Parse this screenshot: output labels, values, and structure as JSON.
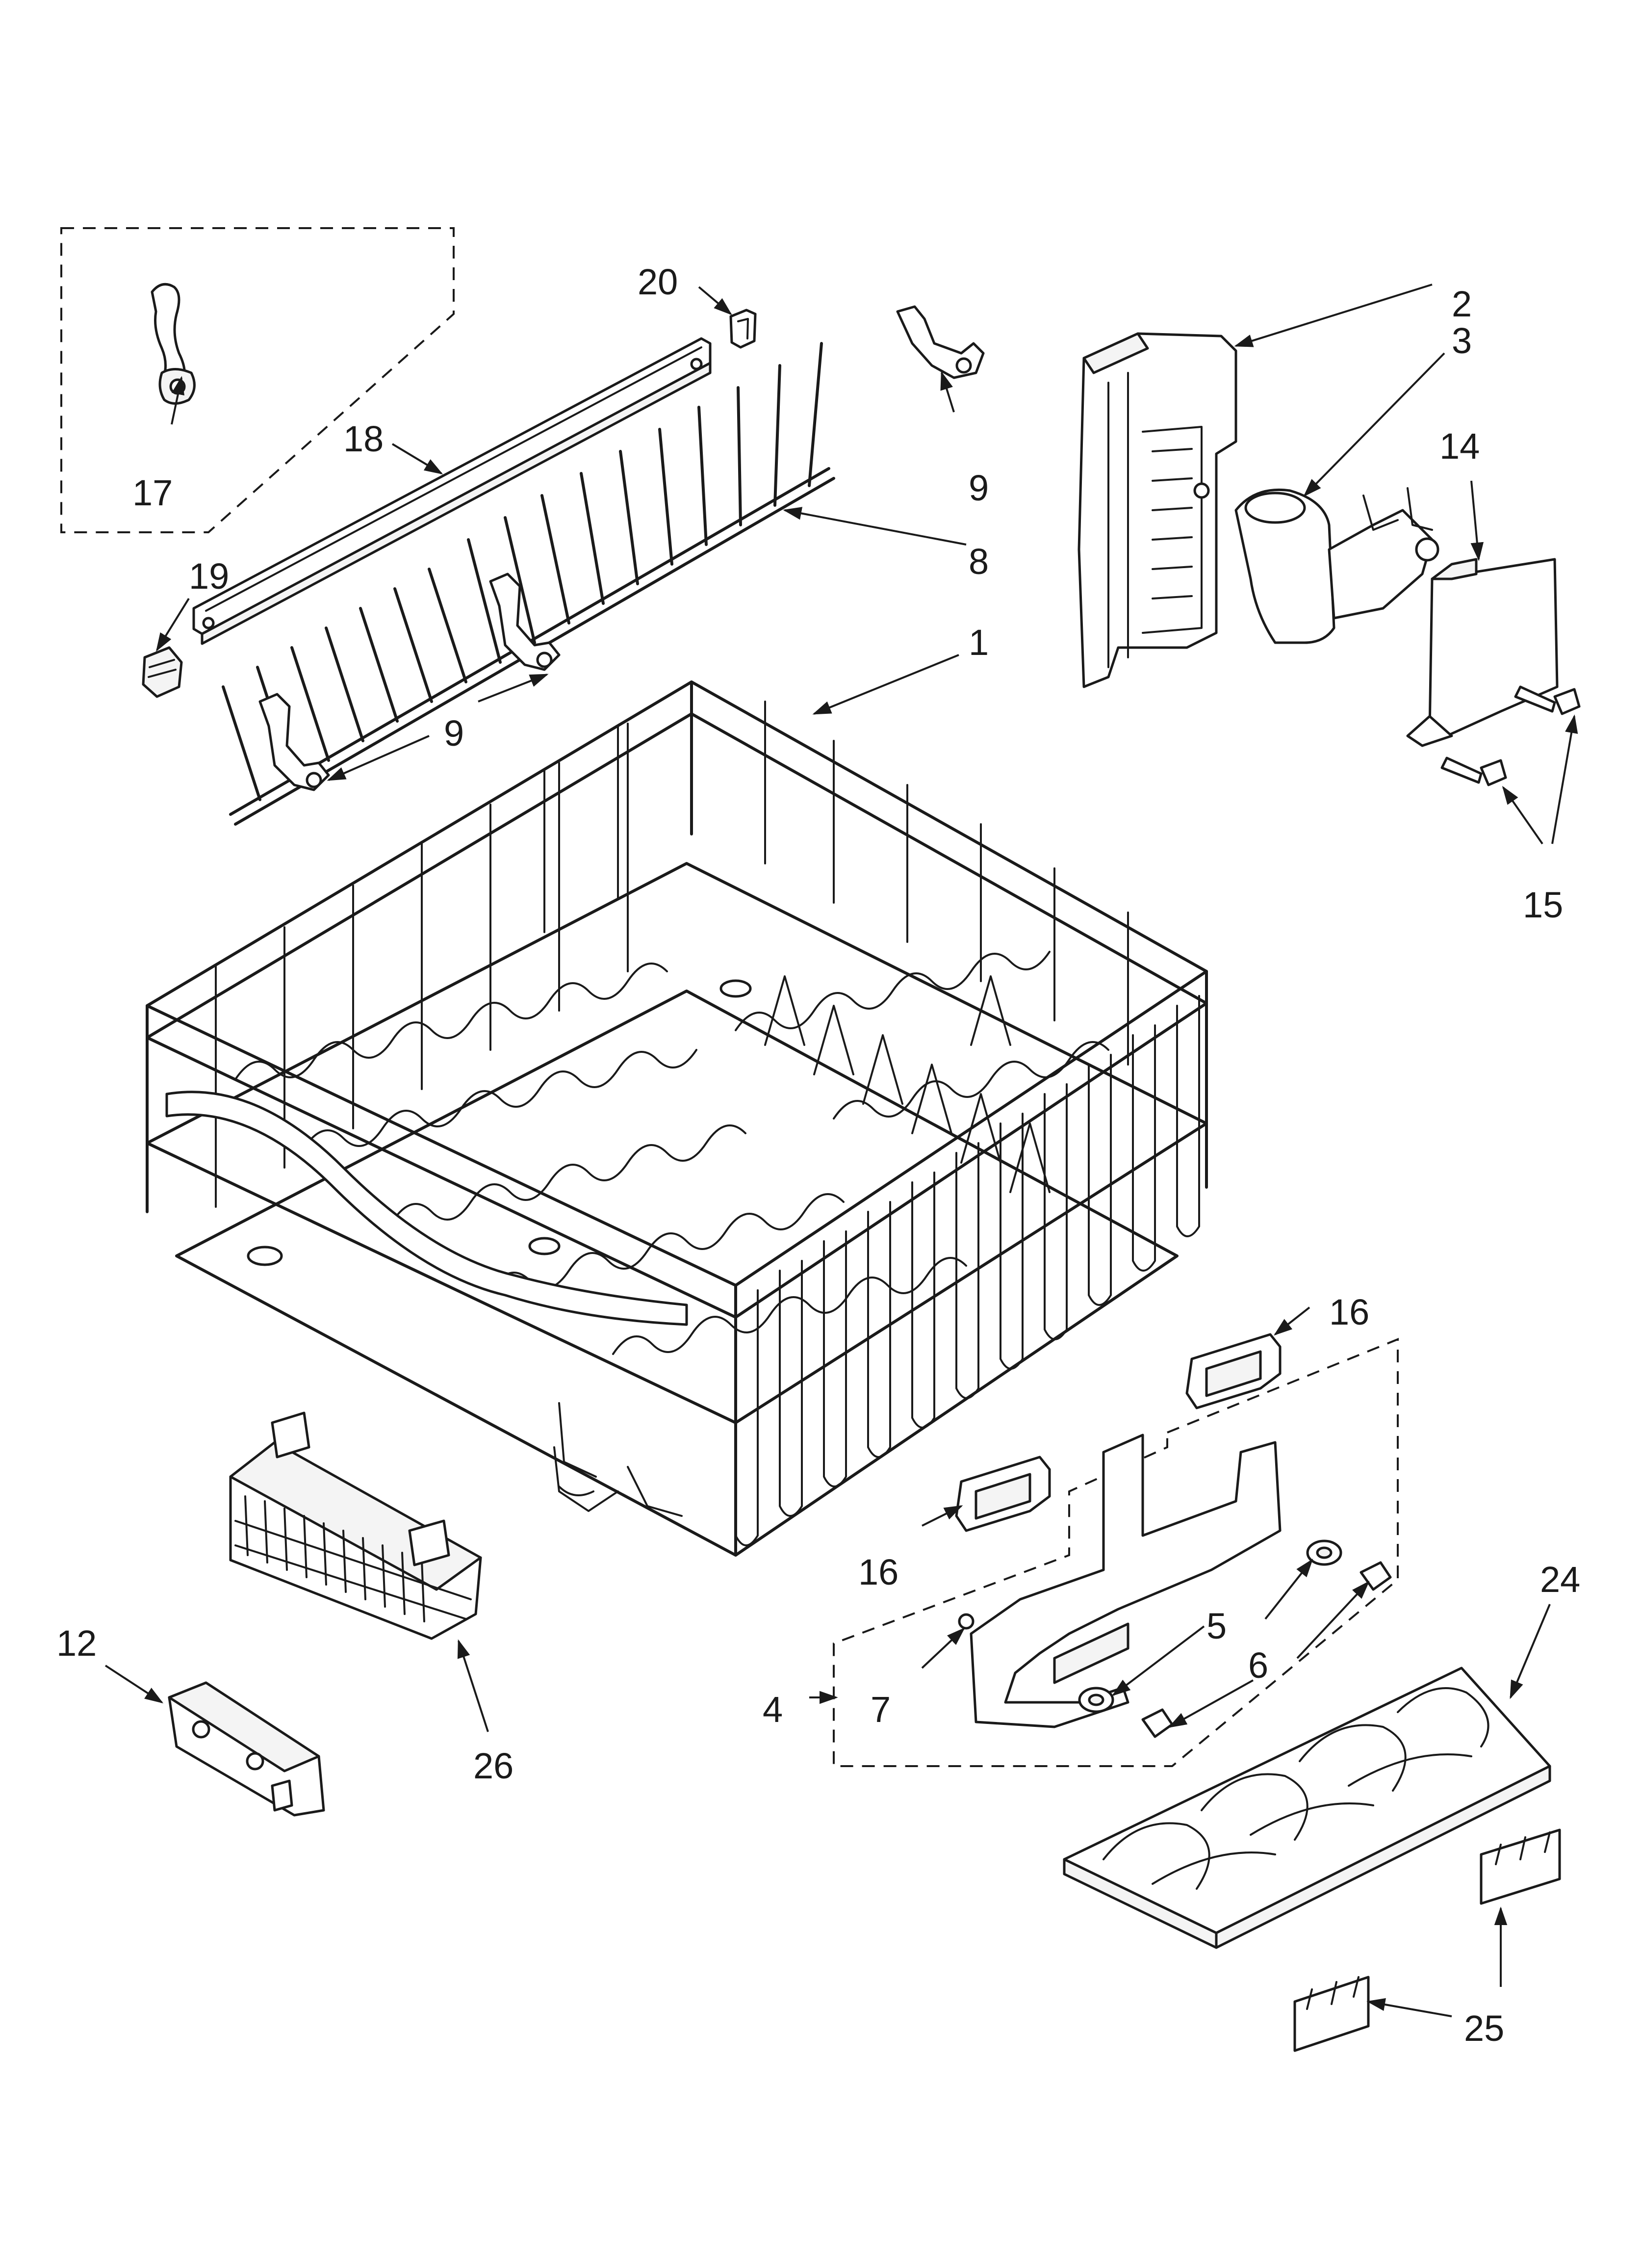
{
  "diagram": {
    "labels": {
      "p1": "1",
      "p2": "2",
      "p3": "3",
      "p4": "4",
      "p5": "5",
      "p6": "6",
      "p7": "7",
      "p8": "8",
      "p9a": "9",
      "p9b": "9",
      "p12": "12",
      "p14": "14",
      "p15": "15",
      "p16a": "16",
      "p16b": "16",
      "p17": "17",
      "p18": "18",
      "p19": "19",
      "p20": "20",
      "p24": "24",
      "p25": "25",
      "p26": "26"
    }
  }
}
